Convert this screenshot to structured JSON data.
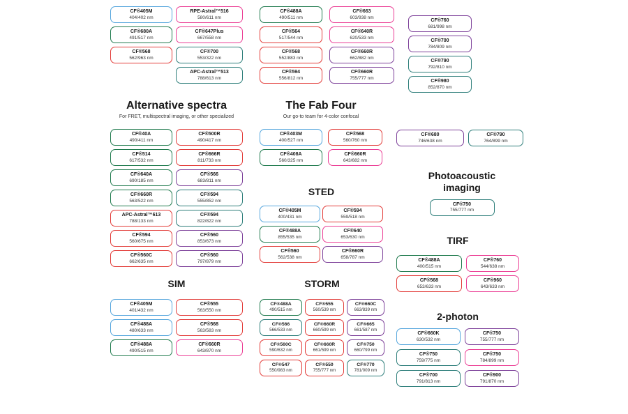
{
  "palette": {
    "blue": "#55A6DD",
    "green": "#1F7A4D",
    "teal": "#2C7D79",
    "red": "#E23B38",
    "pink": "#EB3D94",
    "purple": "#7C3F99"
  },
  "sections": {
    "top_col_1": {
      "chips": [
        {
          "name": "CF®405M",
          "value": "404/402 nm",
          "color": "blue"
        },
        {
          "name": "CF®680A",
          "value": "491/517 nm",
          "color": "green"
        },
        {
          "name": "CF®568",
          "value": "562/963 nm",
          "color": "red"
        }
      ]
    },
    "top_col_2": {
      "chips": [
        {
          "name": "RPE-Astral™516",
          "value": "580/611 nm",
          "color": "pink"
        },
        {
          "name": "CF®647Plus",
          "value": "667/558 nm",
          "color": "pink"
        },
        {
          "name": "CF®700",
          "value": "553/322 nm",
          "color": "teal"
        },
        {
          "name": "APC-Astral™513",
          "value": "788/613 nm",
          "color": "teal"
        }
      ]
    },
    "top_col_3": {
      "chips": [
        {
          "name": "CF®488A",
          "value": "490/511 nm",
          "color": "green"
        },
        {
          "name": "CF®564",
          "value": "517/544 nm",
          "color": "red"
        },
        {
          "name": "CF®568",
          "value": "552/883 nm",
          "color": "red"
        },
        {
          "name": "CF®594",
          "value": "556/812 nm",
          "color": "red"
        }
      ]
    },
    "top_col_4": {
      "chips": [
        {
          "name": "CF®663",
          "value": "603/938 nm",
          "color": "pink"
        },
        {
          "name": "CF®640R",
          "value": "620/533 nm",
          "color": "pink"
        },
        {
          "name": "CF®660R",
          "value": "662/882 nm",
          "color": "purple"
        },
        {
          "name": "CF®660R",
          "value": "755/777 nm",
          "color": "purple"
        }
      ]
    },
    "top_col_5": {
      "chips": [
        {
          "name": "CF®760",
          "value": "681/998 nm",
          "color": "purple"
        },
        {
          "name": "CF®700",
          "value": "784/809 nm",
          "color": "purple"
        },
        {
          "name": "CF®790",
          "value": "792/810 nm",
          "color": "teal"
        },
        {
          "name": "CF®980",
          "value": "852/870 nm",
          "color": "teal"
        }
      ]
    },
    "alternative": {
      "title": "Alternative spectra",
      "subtitle": "For FRET, multispectral imaging, or other specialized",
      "chips": [
        {
          "name": "CF®40A",
          "value": "490/411 nm",
          "color": "green"
        },
        {
          "name": "CF®500R",
          "value": "490/417 nm",
          "color": "red"
        },
        {
          "name": "CF®514",
          "value": "617/532 nm",
          "color": "green"
        },
        {
          "name": "CF®666R",
          "value": "811/733 nm",
          "color": "red"
        },
        {
          "name": "CF®640A",
          "value": "690/185 nm",
          "color": "green"
        },
        {
          "name": "CF®566",
          "value": "683/811 nm",
          "color": "purple"
        },
        {
          "name": "CF®660R",
          "value": "563/522 nm",
          "color": "green"
        },
        {
          "name": "CF®594",
          "value": "555/852 nm",
          "color": "teal"
        },
        {
          "name": "APC-Astral™613",
          "value": "788/133 nm",
          "color": "red"
        },
        {
          "name": "CF®594",
          "value": "822/822 nm",
          "color": "teal"
        },
        {
          "name": "CF®594",
          "value": "560/675 nm",
          "color": "red"
        },
        {
          "name": "CF®560",
          "value": "853/673 nm",
          "color": "purple"
        },
        {
          "name": "CF®560C",
          "value": "662/635 nm",
          "color": "red"
        },
        {
          "name": "CF®560",
          "value": "797/879 nm",
          "color": "purple"
        }
      ]
    },
    "fab_four": {
      "title": "The Fab Four",
      "subtitle": "Our go-to team for 4-color confocal",
      "chips": [
        {
          "name": "CF®403M",
          "value": "400/527 nm",
          "color": "blue"
        },
        {
          "name": "CF®568",
          "value": "560/760 nm",
          "color": "red"
        },
        {
          "name": "CF®408A",
          "value": "560/325 nm",
          "color": "green"
        },
        {
          "name": "CF®660R",
          "value": "643/682 nm",
          "color": "pink"
        }
      ]
    },
    "sted": {
      "title": "STED",
      "chips": [
        {
          "name": "CF®405M",
          "value": "400/431 nm",
          "color": "blue"
        },
        {
          "name": "CF®594",
          "value": "559/518 nm",
          "color": "red"
        },
        {
          "name": "CF®488A",
          "value": "855/535 nm",
          "color": "green"
        },
        {
          "name": "CF®640",
          "value": "653/630 nm",
          "color": "pink"
        },
        {
          "name": "CF®560",
          "value": "562/538 nm",
          "color": "red"
        },
        {
          "name": "CF®660R",
          "value": "658/787 nm",
          "color": "purple"
        }
      ]
    },
    "right_pair": {
      "chips": [
        {
          "name": "CF®680",
          "value": "746/638 nm",
          "color": "purple"
        },
        {
          "name": "CF®790",
          "value": "764/899 nm",
          "color": "teal"
        }
      ]
    },
    "photoacoustic": {
      "title": "Photoacoustic imaging",
      "chips": [
        {
          "name": "CF®750",
          "value": "755/777 nm",
          "color": "teal"
        }
      ]
    },
    "tirf": {
      "title": "TIRF",
      "chips": [
        {
          "name": "CF®488A",
          "value": "400/515 nm",
          "color": "green"
        },
        {
          "name": "CF®760",
          "value": "544/638 nm",
          "color": "pink"
        },
        {
          "name": "CF®568",
          "value": "653/633 nm",
          "color": "red"
        },
        {
          "name": "CF®960",
          "value": "643/633 nm",
          "color": "pink"
        }
      ]
    },
    "sim": {
      "title": "SIM",
      "chips": [
        {
          "name": "CF®405M",
          "value": "401/432 nm",
          "color": "blue"
        },
        {
          "name": "CF®555",
          "value": "563/550 nm",
          "color": "red"
        },
        {
          "name": "CF®488A",
          "value": "480/633 nm",
          "color": "blue"
        },
        {
          "name": "CF®568",
          "value": "563/583 nm",
          "color": "red"
        },
        {
          "name": "CF®488A",
          "value": "490/515 nm",
          "color": "green"
        },
        {
          "name": "CF®660R",
          "value": "643/870 nm",
          "color": "pink"
        }
      ]
    },
    "storm": {
      "title": "STORM",
      "chips": [
        {
          "name": "CF®488A",
          "value": "490/515 nm",
          "color": "green"
        },
        {
          "name": "CF®555",
          "value": "560/539 nm",
          "color": "red"
        },
        {
          "name": "CF®660C",
          "value": "663/839 nm",
          "color": "purple"
        },
        {
          "name": "CF®566",
          "value": "566/533 nm",
          "color": "teal"
        },
        {
          "name": "CF®660R",
          "value": "660/599 nm",
          "color": "red"
        },
        {
          "name": "CF®665",
          "value": "661/587 nm",
          "color": "purple"
        },
        {
          "name": "CF®560C",
          "value": "590/632 nm",
          "color": "red"
        },
        {
          "name": "CF®660R",
          "value": "661/599 nm",
          "color": "red"
        },
        {
          "name": "CF®750",
          "value": "660/799 nm",
          "color": "purple"
        },
        {
          "name": "CF®547",
          "value": "550/983 nm",
          "color": "red"
        },
        {
          "name": "CF®550",
          "value": "755/777 nm",
          "color": "red"
        },
        {
          "name": "CF®770",
          "value": "781/009 nm",
          "color": "teal"
        }
      ]
    },
    "two_photon": {
      "title": "2-photon",
      "chips": [
        {
          "name": "CF®660K",
          "value": "630/532 nm",
          "color": "blue"
        },
        {
          "name": "CF®750",
          "value": "755/777 nm",
          "color": "purple"
        },
        {
          "name": "CF®750",
          "value": "759/775 nm",
          "color": "teal"
        },
        {
          "name": "CF®750",
          "value": "784/899 nm",
          "color": "pink"
        },
        {
          "name": "CF®700",
          "value": "791/813 nm",
          "color": "teal"
        },
        {
          "name": "CF®900",
          "value": "791/870 nm",
          "color": "purple"
        }
      ]
    }
  }
}
